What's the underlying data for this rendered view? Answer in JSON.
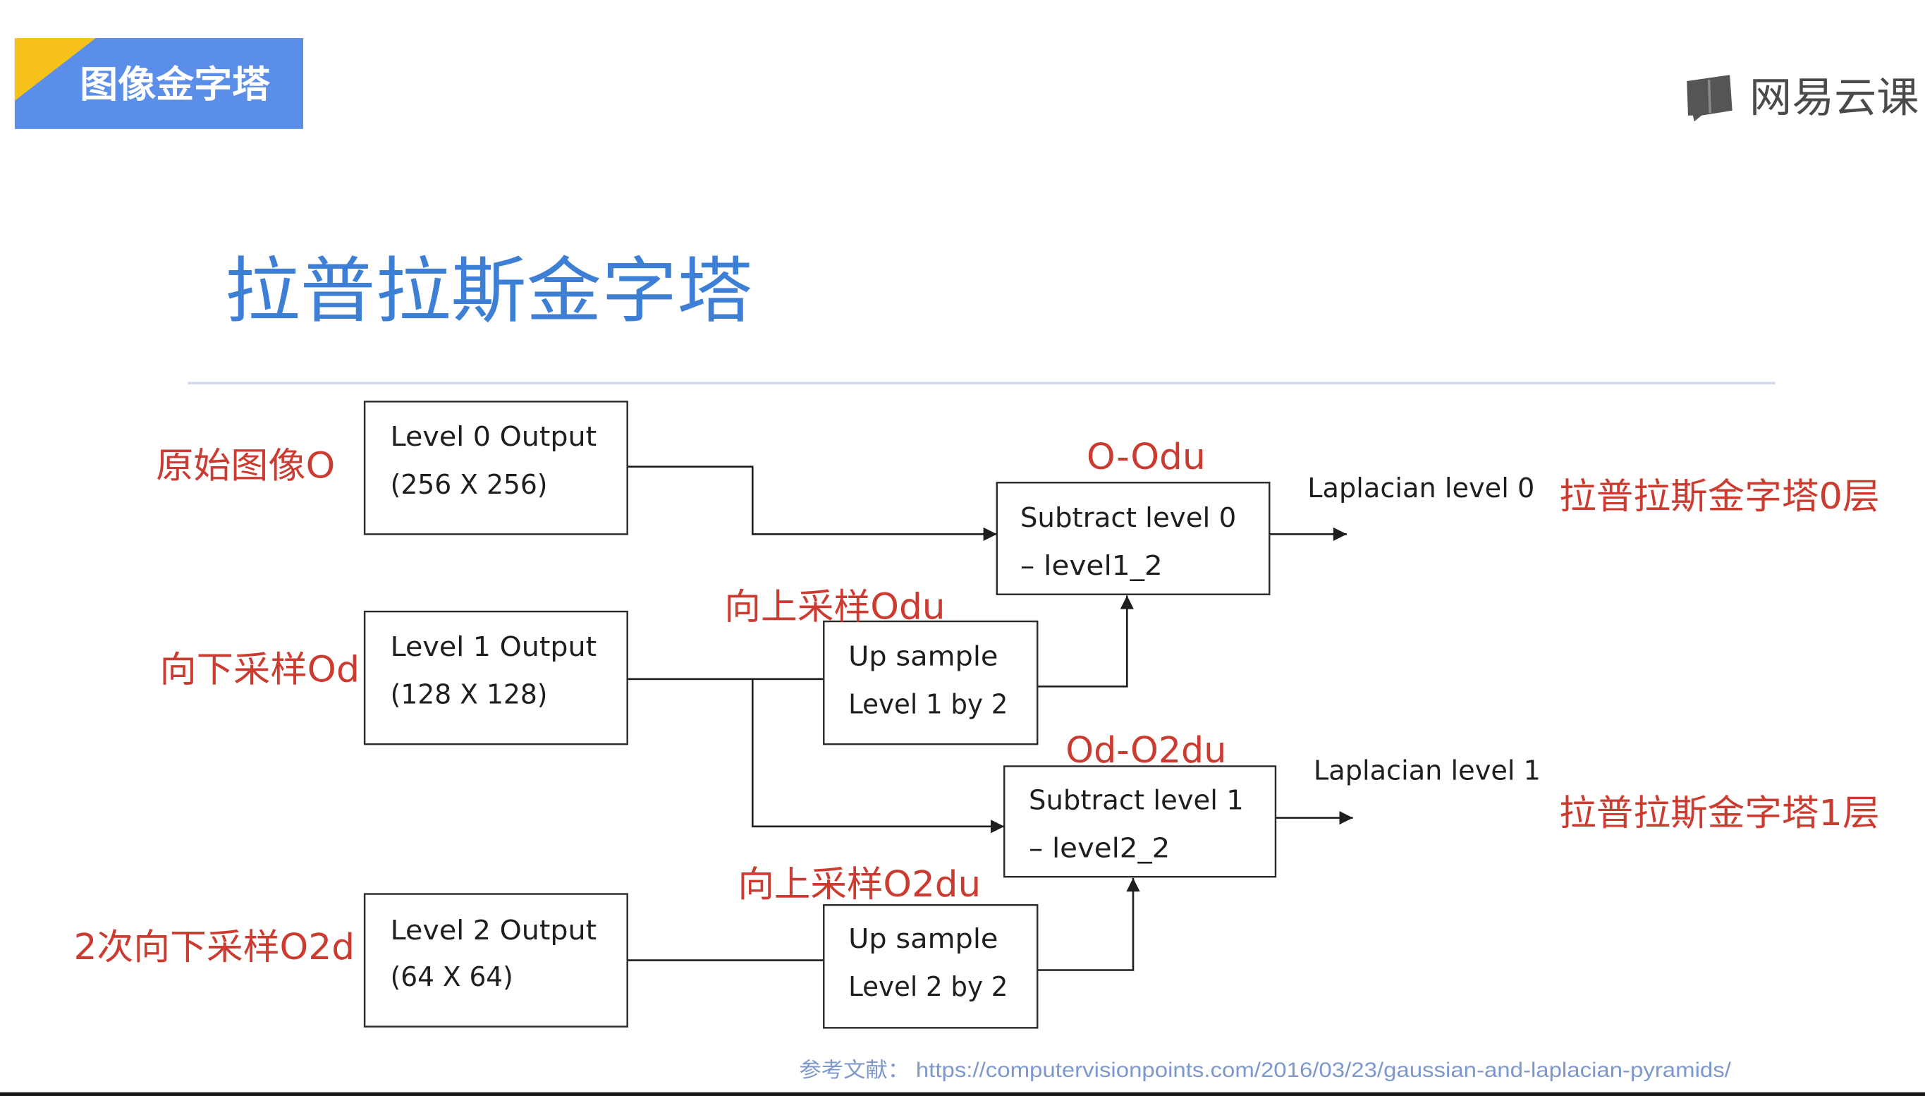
{
  "slide": {
    "section_badge": "图像金字塔",
    "brand": "网易云课",
    "title": "拉普拉斯金字塔"
  },
  "icons": {
    "brand_logo": "netease-logo-icon"
  },
  "theme": {
    "badge_blue": "#5b8ee9",
    "badge_yellow": "#f6c21a",
    "title_blue": "#3e7fd6",
    "annotation_red": "#cc3b30",
    "reference_blue": "#7c98cc"
  },
  "diagram": {
    "level0_box": {
      "line1": "Level 0 Output",
      "line2": "(256 X 256)"
    },
    "level1_box": {
      "line1": "Level 1 Output",
      "line2": "(128 X 128)"
    },
    "level2_box": {
      "line1": "Level 2 Output",
      "line2": "(64 X 64)"
    },
    "upsample1_box": {
      "line1": "Up sample",
      "line2": "Level 1 by 2"
    },
    "upsample2_box": {
      "line1": "Up sample",
      "line2": "Level 2 by 2"
    },
    "subtract0_box": {
      "line1": "Subtract level 0",
      "line2": "– level1_2"
    },
    "subtract1_box": {
      "line1": "Subtract level 1",
      "line2": "– level2_2"
    },
    "output0": "Laplacian level 0",
    "output1": "Laplacian level 1"
  },
  "annotations": {
    "original": "原始图像O",
    "down1": "向下采样Od",
    "down2": "2次向下采样O2d",
    "diff0": "O-Odu",
    "up1": "向上采样Odu",
    "diff1": "Od-O2du",
    "up2": "向上采样O2du",
    "layer0": "拉普拉斯金字塔0层",
    "layer1": "拉普拉斯金字塔1层"
  },
  "footer": {
    "reference_label": "参考文献：",
    "reference_url": "https://computervisionpoints.com/2016/03/23/gaussian-and-laplacian-pyramids/"
  }
}
